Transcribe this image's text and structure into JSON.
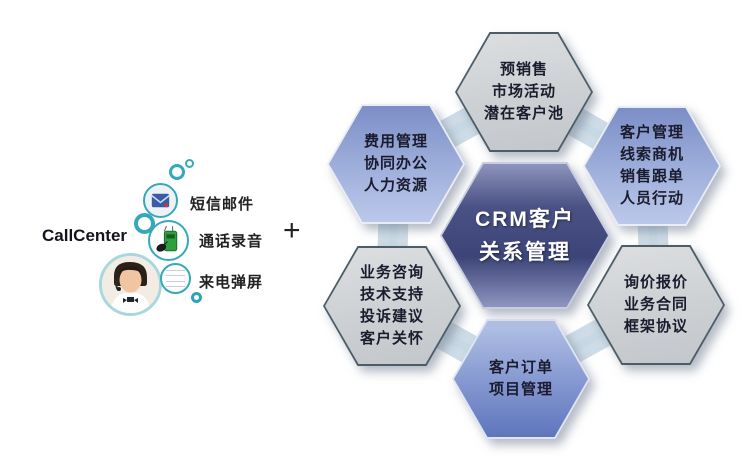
{
  "left_panel": {
    "title": "CallCenter",
    "items": [
      {
        "label": "短信邮件",
        "icon": "email-icon"
      },
      {
        "label": "通话录音",
        "icon": "recorder-icon"
      },
      {
        "label": "来电弹屏",
        "icon": "screen-popup-icon"
      }
    ],
    "avatar": "call-center-agent-photo"
  },
  "plus_sign": "+",
  "diagram": {
    "center": {
      "lines": [
        "CRM客户",
        "关系管理"
      ]
    },
    "hexagons": [
      {
        "id": "pre-sales",
        "position": "top",
        "color": "gray",
        "lines": [
          "预销售",
          "市场活动",
          "潜在客户池"
        ]
      },
      {
        "id": "customer-management",
        "position": "top-right",
        "color": "blue",
        "lines": [
          "客户管理",
          "线索商机",
          "销售跟单",
          "人员行动"
        ]
      },
      {
        "id": "quotation-contract",
        "position": "bottom-right",
        "color": "gray",
        "lines": [
          "询价报价",
          "业务合同",
          "框架协议"
        ]
      },
      {
        "id": "orders-projects",
        "position": "bottom",
        "color": "blue",
        "lines": [
          "客户订单",
          "项目管理"
        ]
      },
      {
        "id": "customer-service",
        "position": "bottom-left",
        "color": "gray",
        "lines": [
          "业务咨询",
          "技术支持",
          "投诉建议",
          "客户关怀"
        ]
      },
      {
        "id": "expense-office-hr",
        "position": "top-left",
        "color": "blue",
        "lines": [
          "费用管理",
          "协同办公",
          "人力资源"
        ]
      }
    ]
  },
  "colors": {
    "teal_accent": "#35a9bb",
    "ring_band": "#cddce6",
    "center_hex_dark": "#3d4478",
    "blue_hex": "#8c9ed3",
    "gray_hex": "#cdd0d3",
    "gray_hex_border": "#4d5d68",
    "text_dark": "#1b1b2e",
    "text_center": "#ffffff"
  }
}
